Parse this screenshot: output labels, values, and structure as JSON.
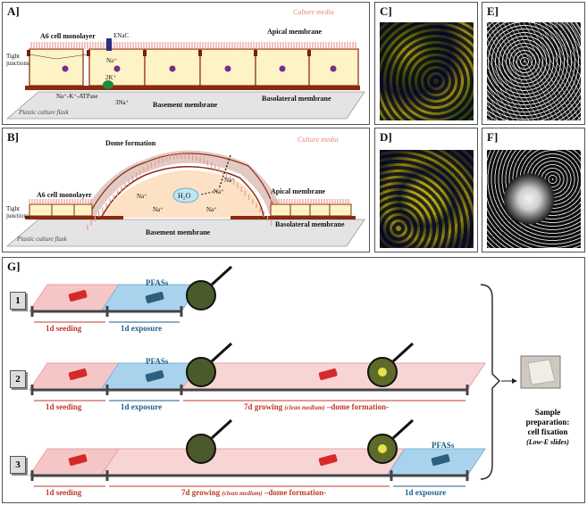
{
  "panel_a": {
    "label": "A]",
    "culture_media": "Culture media",
    "a6_monolayer": "A6 cell monolayer",
    "enac": "ENaC",
    "apical": "Apical membrane",
    "tight_junctions": "Tight\njunctions",
    "na": "Na⁺",
    "two_k": "2K⁺",
    "atpase": "Na⁺-K⁺-ATPase",
    "three_na": "3Na⁺",
    "basolateral": "Basolateral membrane",
    "basement": "Basement membrane",
    "flask": "Plastic culture flask"
  },
  "panel_b": {
    "label": "B]",
    "dome_formation": "Dome formation",
    "culture_media": "Culture media",
    "a6_monolayer": "A6 cell monolayer",
    "tight_junctions": "Tight\njunctions",
    "na": "Na⁺",
    "h2o": "H₂O",
    "apical": "Apical membrane",
    "basolateral": "Basolateral membrane",
    "basement": "Basement membrane",
    "flask": "Plastic culture flask"
  },
  "panel_c": {
    "label": "C]"
  },
  "panel_d": {
    "label": "D]"
  },
  "panel_e": {
    "label": "E]"
  },
  "panel_f": {
    "label": "F]"
  },
  "panel_g": {
    "label": "G]",
    "pfass": "PFASs",
    "rows": [
      {
        "num": "1",
        "seeding": "1d seeding",
        "exposure": "1d exposure"
      },
      {
        "num": "2",
        "seeding": "1d seeding",
        "exposure": "1d exposure",
        "growing_a": "7d growing ",
        "growing_b": "(clean medium)",
        "growing_c": " –dome formation-"
      },
      {
        "num": "3",
        "seeding": "1d seeding",
        "growing_a": "7d growing ",
        "growing_b": "(clean medium)",
        "growing_c": " –dome formation-",
        "exposure": "1d exposure"
      }
    ],
    "sample_line1": "Sample",
    "sample_line2": "preparation:",
    "sample_line3": "cell fixation",
    "sample_line4": "(Low-E slides)"
  }
}
